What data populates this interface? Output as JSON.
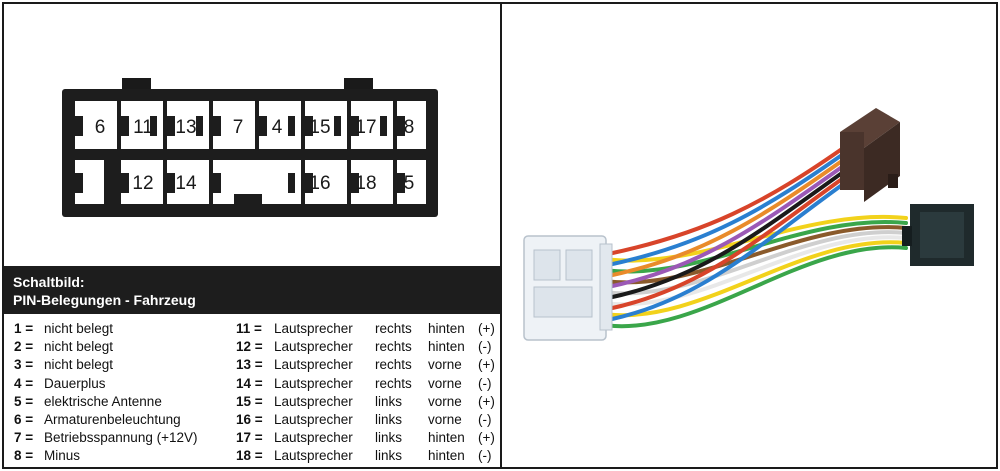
{
  "connector": {
    "top_row": [
      "6",
      "11",
      "13",
      "7",
      "4",
      "15",
      "17",
      "8"
    ],
    "bottom_row": [
      "",
      "12",
      "14",
      "",
      "16",
      "18",
      "5"
    ]
  },
  "header": {
    "line1": "Schaltbild:",
    "line2": "PIN-Belegungen - Fahrzeug"
  },
  "pins_left": [
    {
      "num": "1 =",
      "desc": "nicht belegt"
    },
    {
      "num": "2 =",
      "desc": "nicht belegt"
    },
    {
      "num": "3 =",
      "desc": "nicht belegt"
    },
    {
      "num": "4 =",
      "desc": "Dauerplus"
    },
    {
      "num": "5 =",
      "desc": "elektrische Antenne"
    },
    {
      "num": "6 =",
      "desc": "Armaturenbeleuchtung"
    },
    {
      "num": "7 =",
      "desc": "Betriebsspannung (+12V)"
    },
    {
      "num": "8 =",
      "desc": "Minus"
    }
  ],
  "pins_right": [
    {
      "num": "11 =",
      "desc": "Lautsprecher",
      "side": "rechts",
      "pos": "hinten",
      "pol": "(+)"
    },
    {
      "num": "12 =",
      "desc": "Lautsprecher",
      "side": "rechts",
      "pos": "hinten",
      "pol": "(-)"
    },
    {
      "num": "13 =",
      "desc": "Lautsprecher",
      "side": "rechts",
      "pos": "vorne",
      "pol": "(+)"
    },
    {
      "num": "14 =",
      "desc": "Lautsprecher",
      "side": "rechts",
      "pos": "vorne",
      "pol": "(-)"
    },
    {
      "num": "15 =",
      "desc": "Lautsprecher",
      "side": "links",
      "pos": "vorne",
      "pol": "(+)"
    },
    {
      "num": "16 =",
      "desc": "Lautsprecher",
      "side": "links",
      "pos": "vorne",
      "pol": "(-)"
    },
    {
      "num": "17 =",
      "desc": "Lautsprecher",
      "side": "links",
      "pos": "hinten",
      "pol": "(+)"
    },
    {
      "num": "18 =",
      "desc": "Lautsprecher",
      "side": "links",
      "pos": "hinten",
      "pol": "(-)"
    }
  ],
  "wire_colors": [
    "#d8442a",
    "#f2d21b",
    "#2a7fd0",
    "#3aa64a",
    "#e98b2a",
    "#8a5a2b",
    "#9b59b6",
    "#cfcfcf",
    "#1a1a1a",
    "#e8e8e8"
  ]
}
